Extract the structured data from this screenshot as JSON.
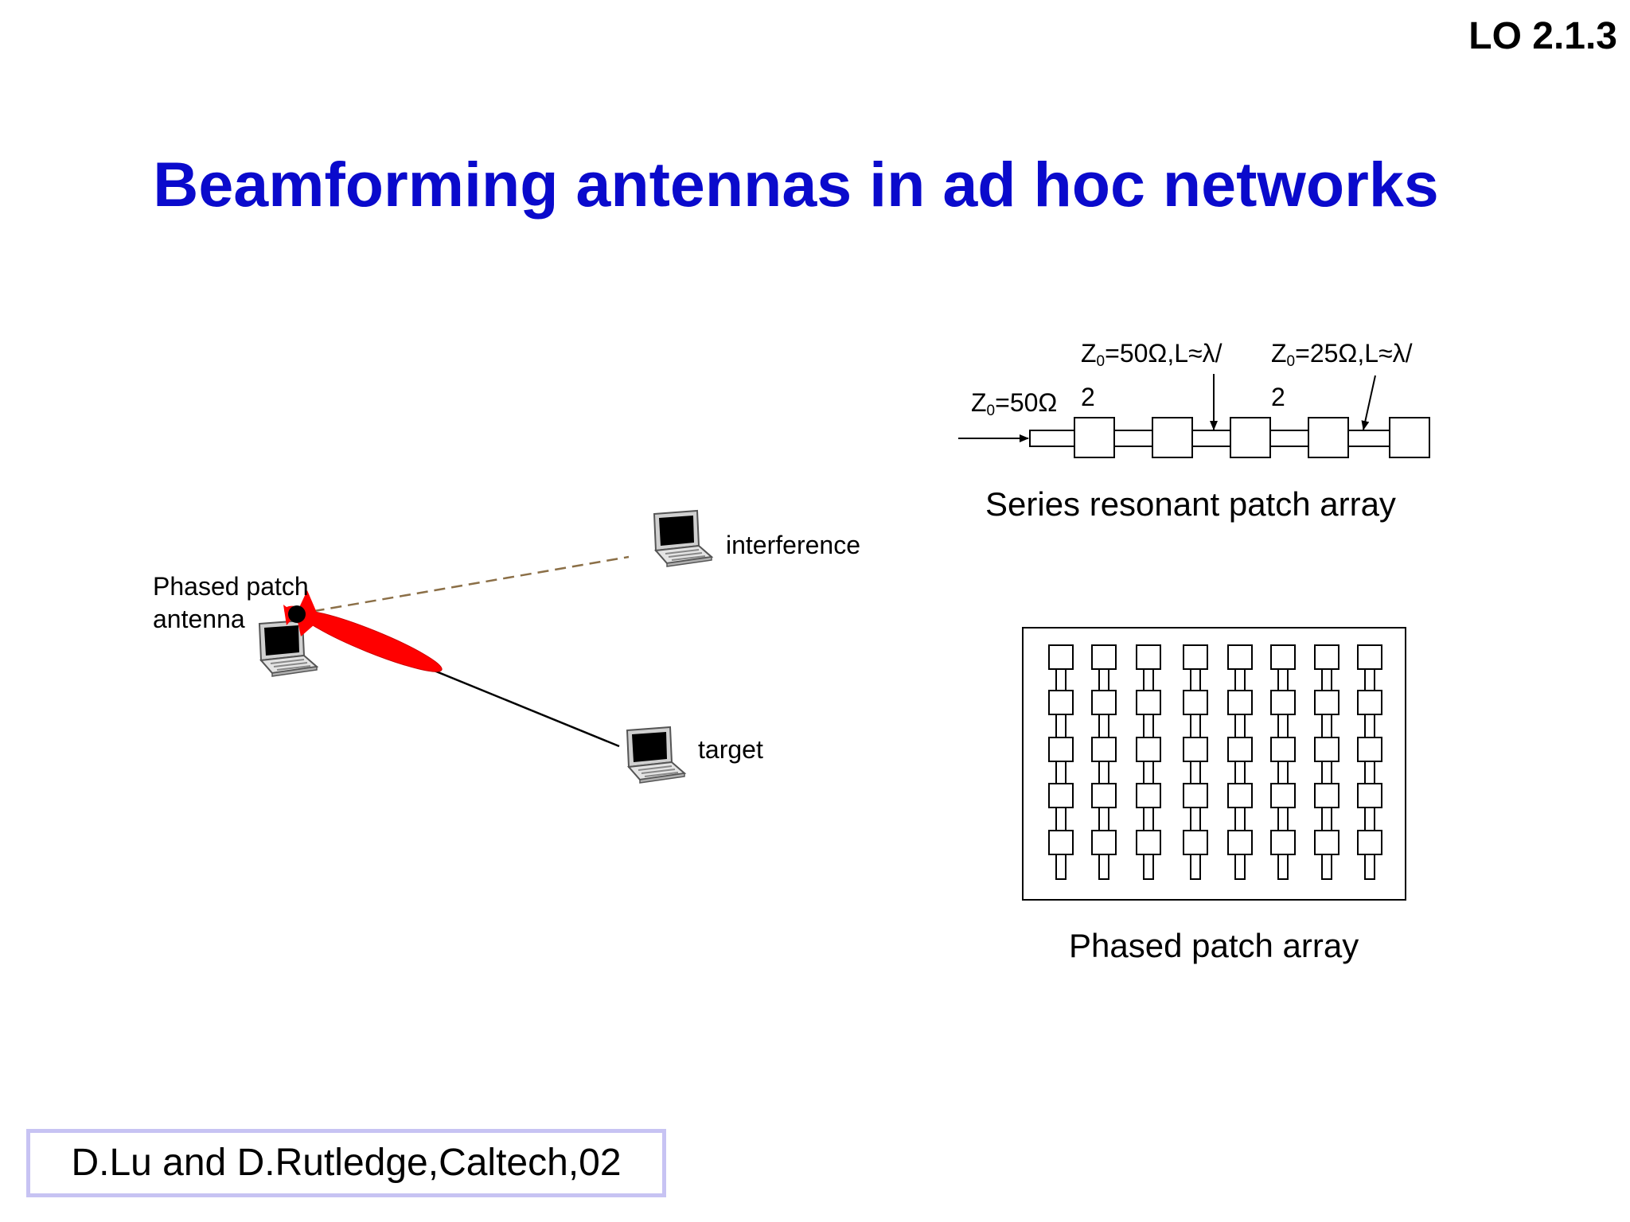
{
  "slide": {
    "id": "LO  2.1.3",
    "title": "Beamforming antennas in ad hoc networks",
    "credit": "D.Lu and D.Rutledge,Caltech,02"
  },
  "network": {
    "antenna_label_line1": "Phased patch",
    "antenna_label_line2": "antenna",
    "interference_label": "interference",
    "target_label": "target",
    "beam_color": "#ff0000",
    "interference_link_color": "#8b6f47"
  },
  "series_array": {
    "feed_z": "Z",
    "feed_z_sub": "0",
    "feed_z_value": "=50Ω",
    "line1_z": "Z",
    "line1_z_sub": "0",
    "line1_z_value": "=50Ω,L≈λ/",
    "line1_z_tail": "2",
    "line2_z": "Z",
    "line2_z_sub": "0",
    "line2_z_value": "=25Ω,L≈λ/",
    "line2_z_tail": "2",
    "caption": "Series resonant patch array"
  },
  "phased_array": {
    "caption": "Phased patch array",
    "columns": 8,
    "rows": 5
  },
  "colors": {
    "title": "#0a0acc",
    "credit_border": "#c7c3f3"
  }
}
